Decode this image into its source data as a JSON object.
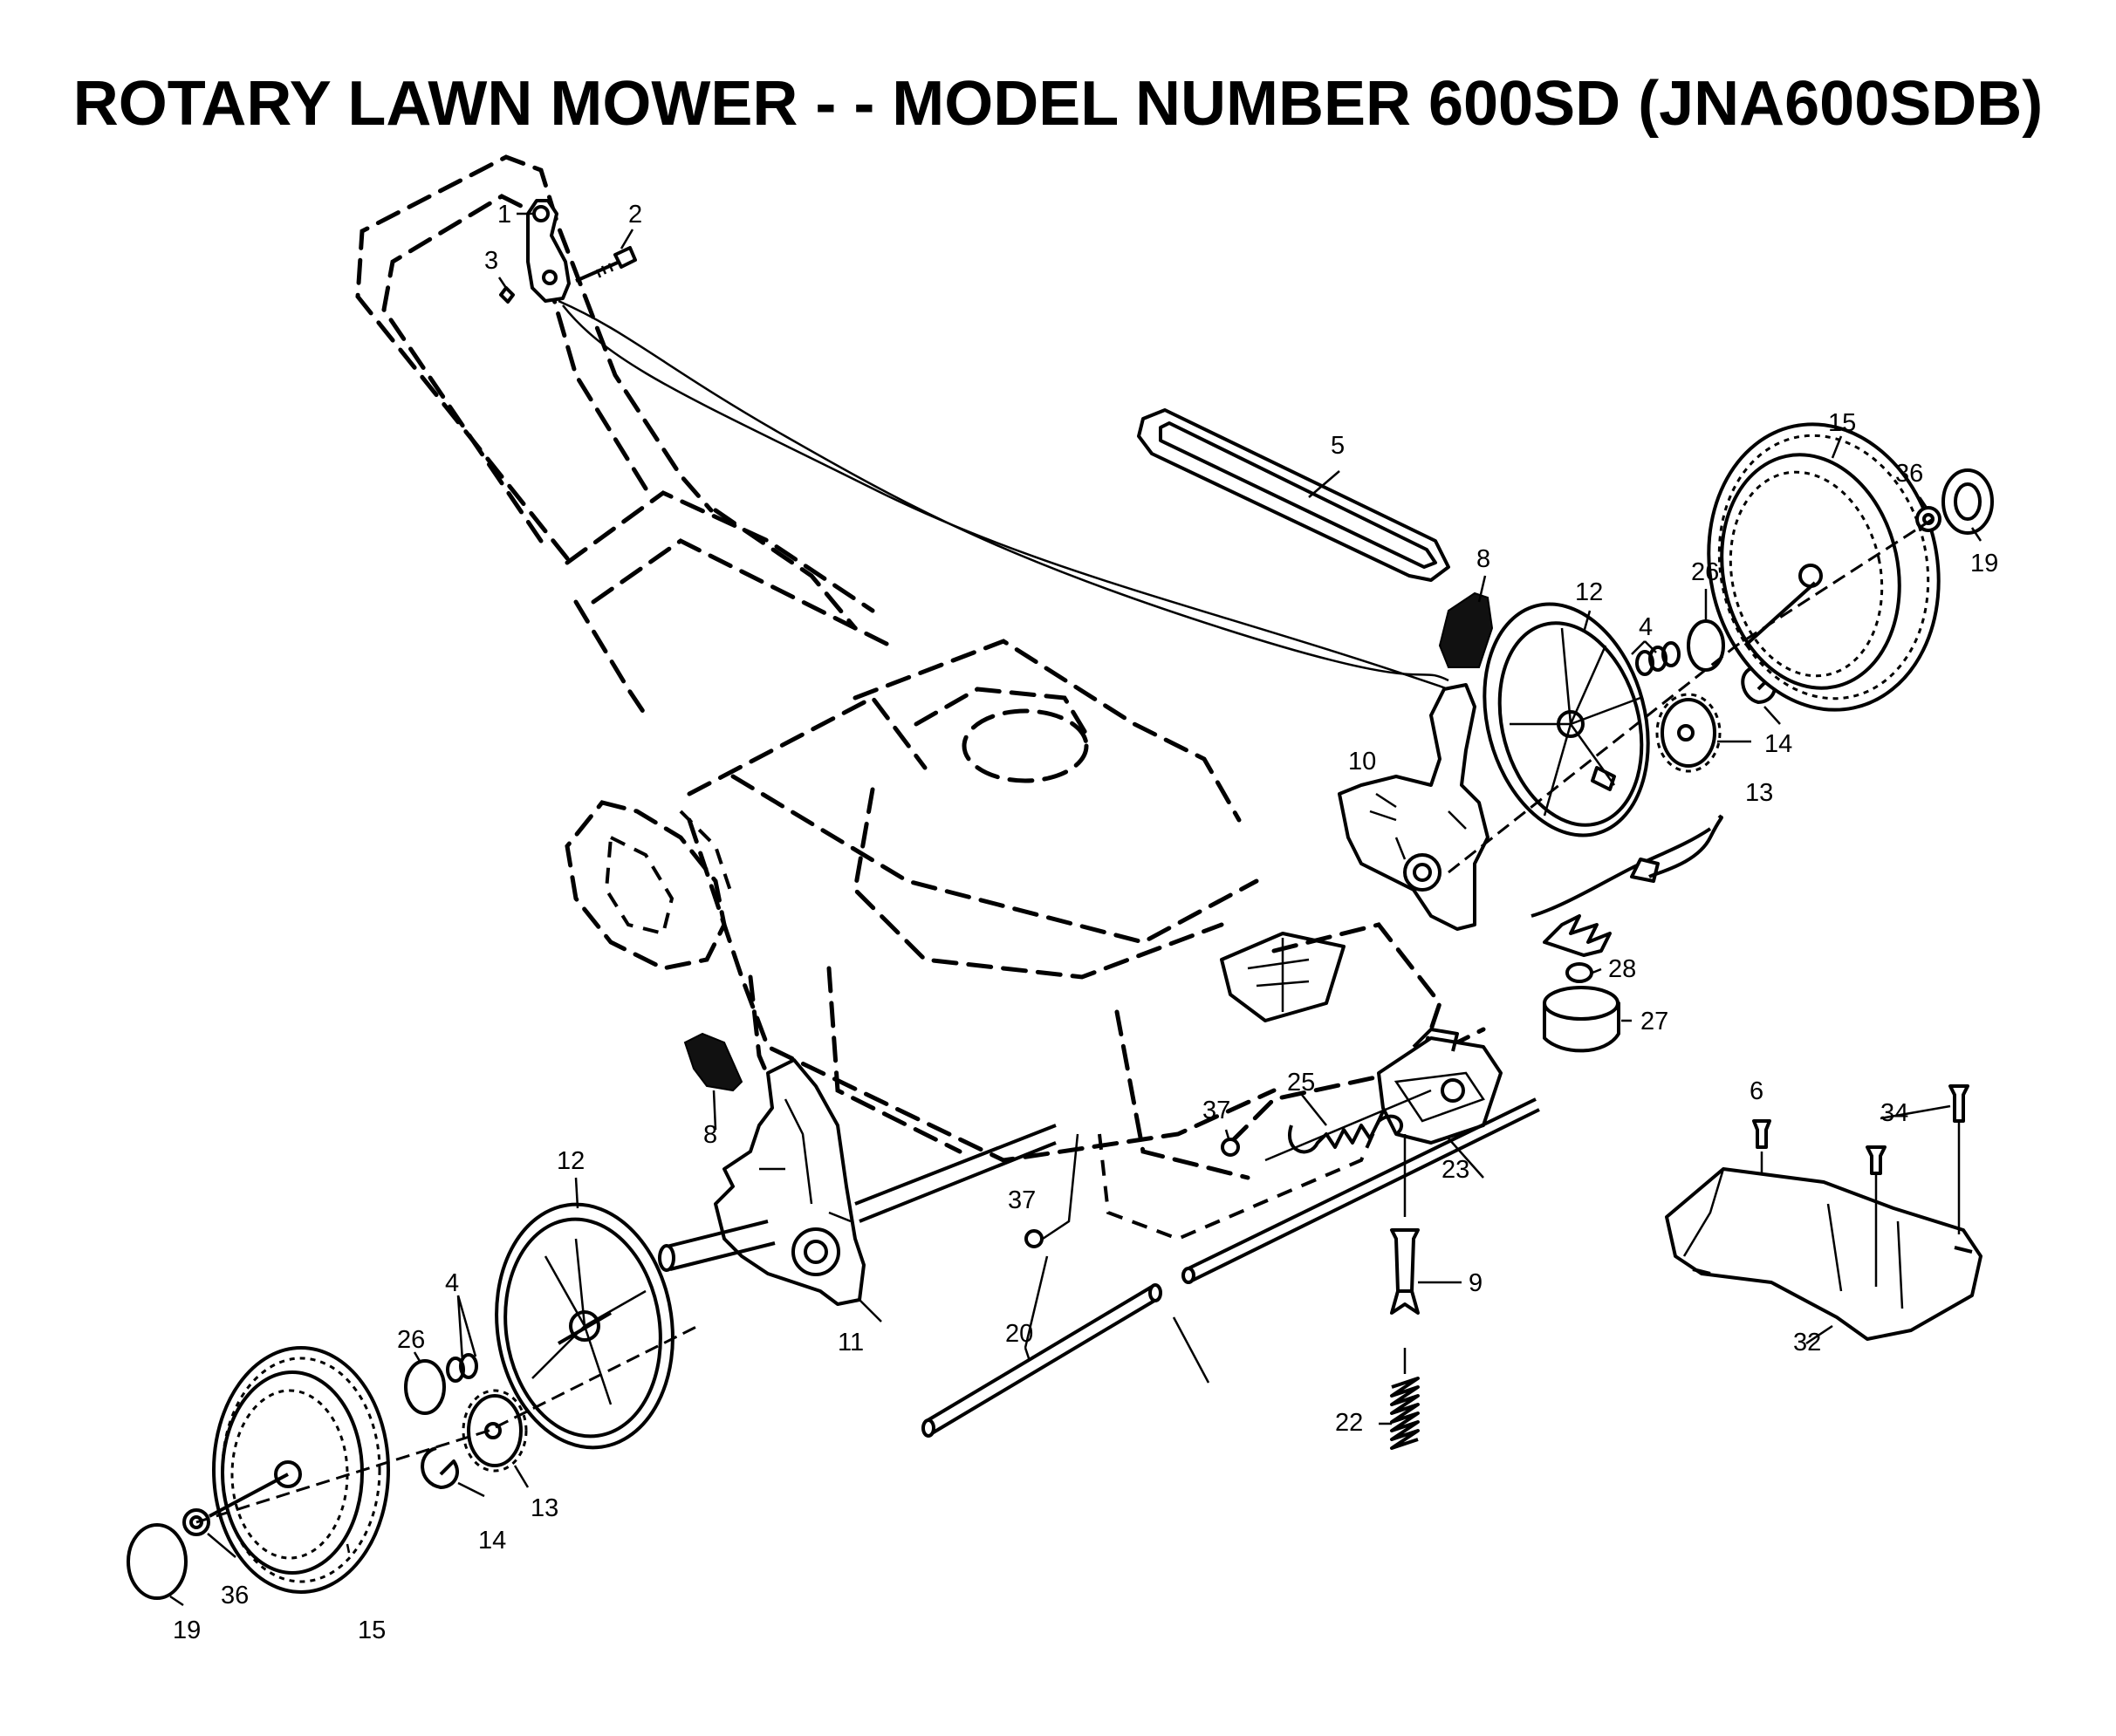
{
  "title": "ROTARY LAWN MOWER - - MODEL NUMBER 600SD (JNA600SDB)",
  "callouts": {
    "c1": "1",
    "c2": "2",
    "c3": "3",
    "c4a": "4",
    "c4b": "4",
    "c5": "5",
    "c6": "6",
    "c8a": "8",
    "c8b": "8",
    "c9": "9",
    "c10": "10",
    "c11": "11",
    "c12a": "12",
    "c12b": "12",
    "c13a": "13",
    "c13b": "13",
    "c14a": "14",
    "c14b": "14",
    "c15a": "15",
    "c15b": "15",
    "c19a": "19",
    "c19b": "19",
    "c20": "20",
    "c22": "22",
    "c23": "23",
    "c25": "25",
    "c26a": "26",
    "c26b": "26",
    "c27": "27",
    "c28": "28",
    "c32": "32",
    "c34": "34",
    "c36a": "36",
    "c36b": "36",
    "c37a": "37",
    "c37b": "37"
  }
}
